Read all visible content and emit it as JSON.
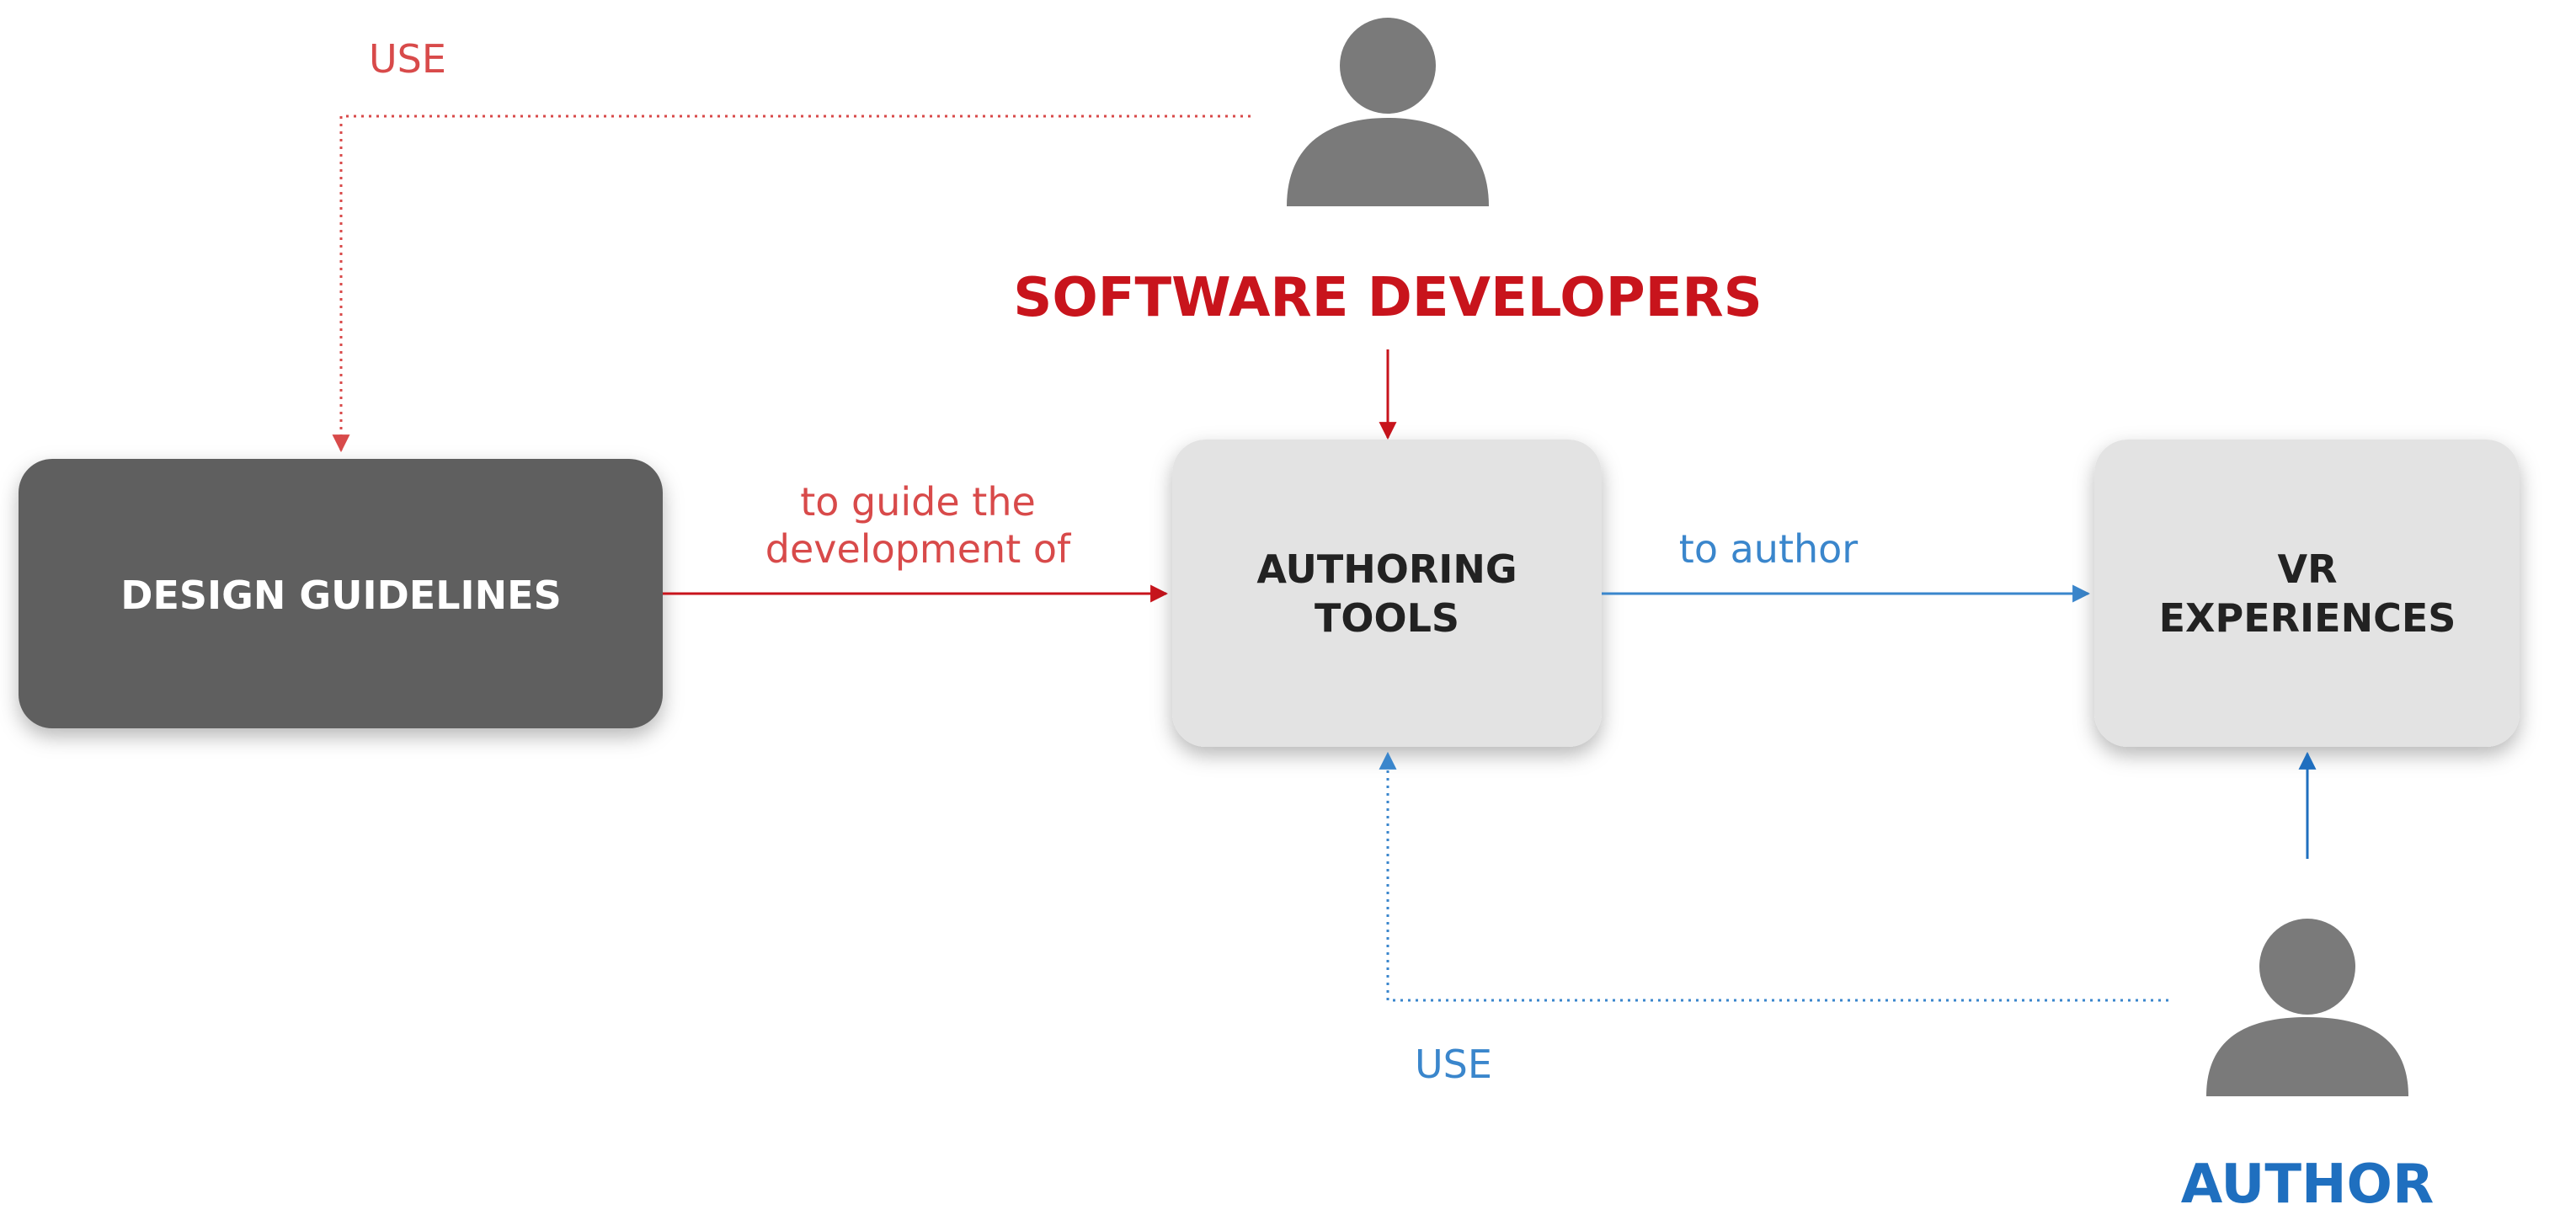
{
  "colors": {
    "red": "#c8141c",
    "red_light": "#d84a4a",
    "blue": "#1f6fbf",
    "blue_light": "#3a86cc",
    "dark_box": "#5f5f5f",
    "light_box": "#e3e3e3",
    "person": "#7a7a7a"
  },
  "top_use_label": "USE",
  "bottom_use_label": "USE",
  "software_developers": {
    "label": "SOFTWARE DEVELOPERS",
    "icon": "person-icon"
  },
  "author": {
    "label": "AUTHOR",
    "icon": "person-icon"
  },
  "design_guidelines": {
    "label": "DESIGN GUIDELINES"
  },
  "authoring_tools": {
    "line1": "AUTHORING",
    "line2": "TOOLS"
  },
  "vr_experiences": {
    "line1": "VR",
    "line2": "EXPERIENCES"
  },
  "guide_label": {
    "line1": "to guide the",
    "line2": "development of"
  },
  "to_author_label": "to author"
}
